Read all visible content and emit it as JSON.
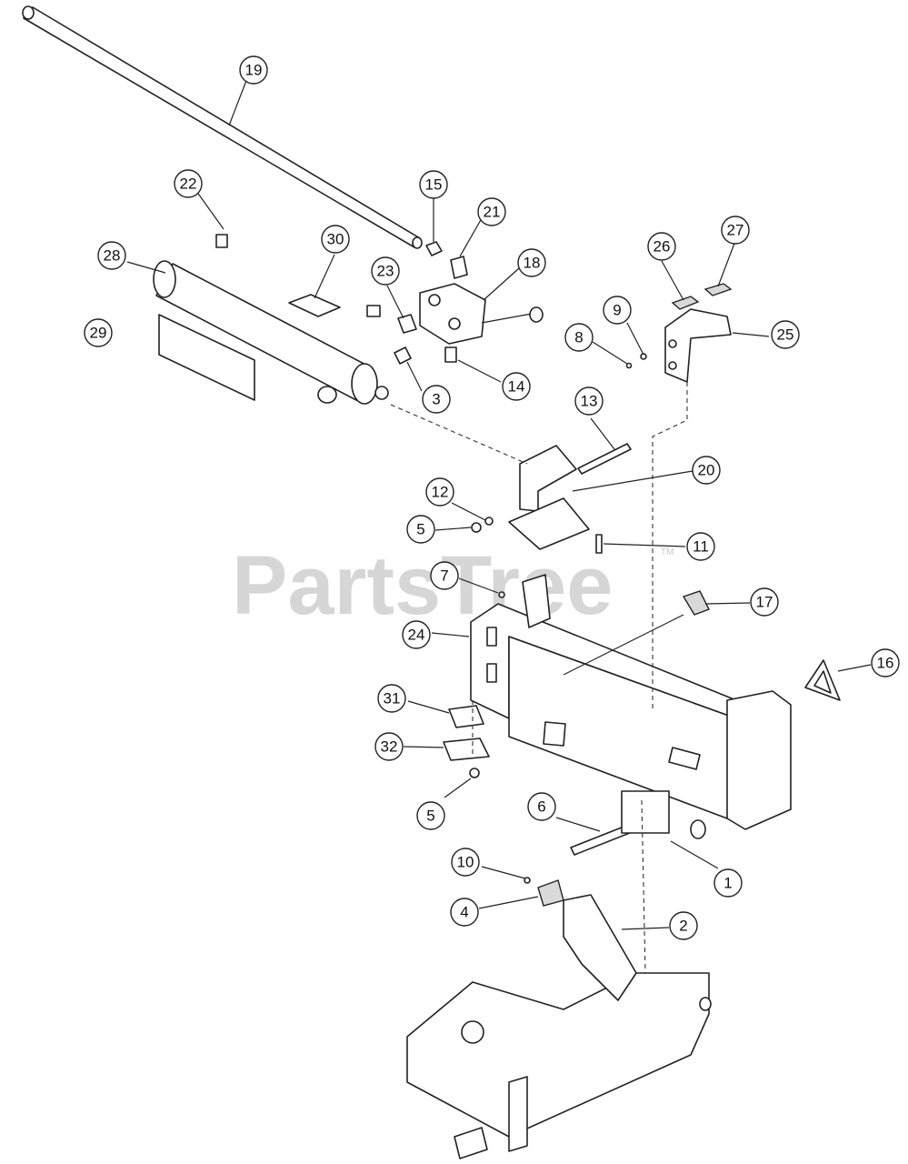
{
  "watermark": {
    "text": "PartsTree",
    "mark": "TM"
  },
  "callouts": [
    {
      "label": "19"
    },
    {
      "label": "22"
    },
    {
      "label": "15"
    },
    {
      "label": "21"
    },
    {
      "label": "28"
    },
    {
      "label": "30"
    },
    {
      "label": "18"
    },
    {
      "label": "23"
    },
    {
      "label": "26"
    },
    {
      "label": "27"
    },
    {
      "label": "29"
    },
    {
      "label": "9"
    },
    {
      "label": "8"
    },
    {
      "label": "25"
    },
    {
      "label": "3"
    },
    {
      "label": "14"
    },
    {
      "label": "13"
    },
    {
      "label": "20"
    },
    {
      "label": "12"
    },
    {
      "label": "5"
    },
    {
      "label": "11"
    },
    {
      "label": "7"
    },
    {
      "label": "17"
    },
    {
      "label": "24"
    },
    {
      "label": "16"
    },
    {
      "label": "31"
    },
    {
      "label": "32"
    },
    {
      "label": "5"
    },
    {
      "label": "6"
    },
    {
      "label": "1"
    },
    {
      "label": "10"
    },
    {
      "label": "4"
    },
    {
      "label": "2"
    }
  ]
}
